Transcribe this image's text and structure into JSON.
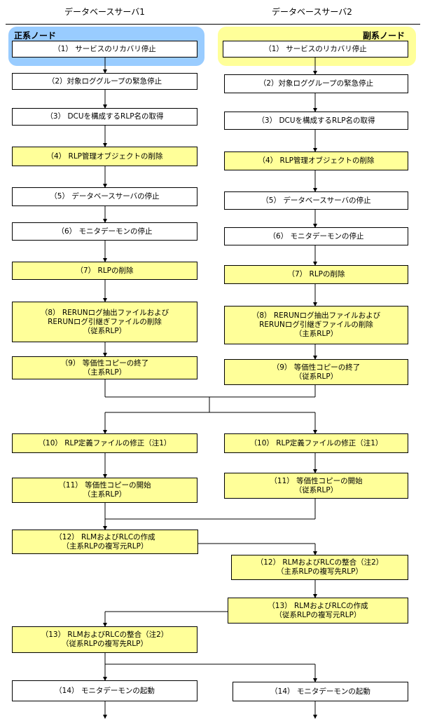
{
  "headers": {
    "server1": "データベースサーバ1",
    "server2": "データベースサーバ2"
  },
  "nodes": {
    "primary": "正系ノード",
    "secondary": "副系ノード"
  },
  "colors": {
    "white_box": "#ffffff",
    "yellow_box": "#ffff99",
    "primary_node_bg": "#99ccff",
    "secondary_node_bg": "#ffff99",
    "line": "#000000"
  },
  "left": {
    "s1": "（1） サービスのリカバリ停止",
    "s2": "（2）対象ロググループの緊急停止",
    "s3": "（3） DCUを構成するRLP名の取得",
    "s4": "（4） RLP管理オブジェクトの削除",
    "s5": "（5） データベースサーバの停止",
    "s6": "（6） モニタデーモンの停止",
    "s7": "（7） RLPの削除",
    "s8": "（8） RERUNログ抽出ファイルおよび\nRERUNログ引継ぎファイルの削除\n（従系RLP）",
    "s9": "（9） 等価性コピーの終了\n（主系RLP）",
    "s10": "（10） RLP定義ファイルの修正（注1）",
    "s11": "（11） 等価性コピーの開始\n（主系RLP）",
    "s12": "（12） RLMおよびRLCの作成\n（主系RLPの複写元RLP）",
    "s13": "（13） RLMおよびRLCの整合（注2）\n（従系RLPの複写先RLP）",
    "s14": "（14） モニタデーモンの起動"
  },
  "right": {
    "s1": "（1） サービスのリカバリ停止",
    "s2": "（2）対象ロググループの緊急停止",
    "s3": "（3） DCUを構成するRLP名の取得",
    "s4": "（4） RLP管理オブジェクトの削除",
    "s5": "（5） データベースサーバの停止",
    "s6": "（6） モニタデーモンの停止",
    "s7": "（7） RLPの削除",
    "s8": "（8） RERUNログ抽出ファイルおよび\nRERUNログ引継ぎファイルの削除\n（主系RLP）",
    "s9": "（9） 等価性コピーの終了\n（従系RLP）",
    "s10": "（10） RLP定義ファイルの修正（注1）",
    "s11": "（11） 等価性コピーの開始\n（従系RLP）",
    "s12": "（12） RLMおよびRLCの整合（注2）\n（主系RLPの複写先RLP）",
    "s13": "（13） RLMおよびRLCの作成\n（従系RLPの複写元RLP）",
    "s14": "（14） モニタデーモンの起動"
  }
}
